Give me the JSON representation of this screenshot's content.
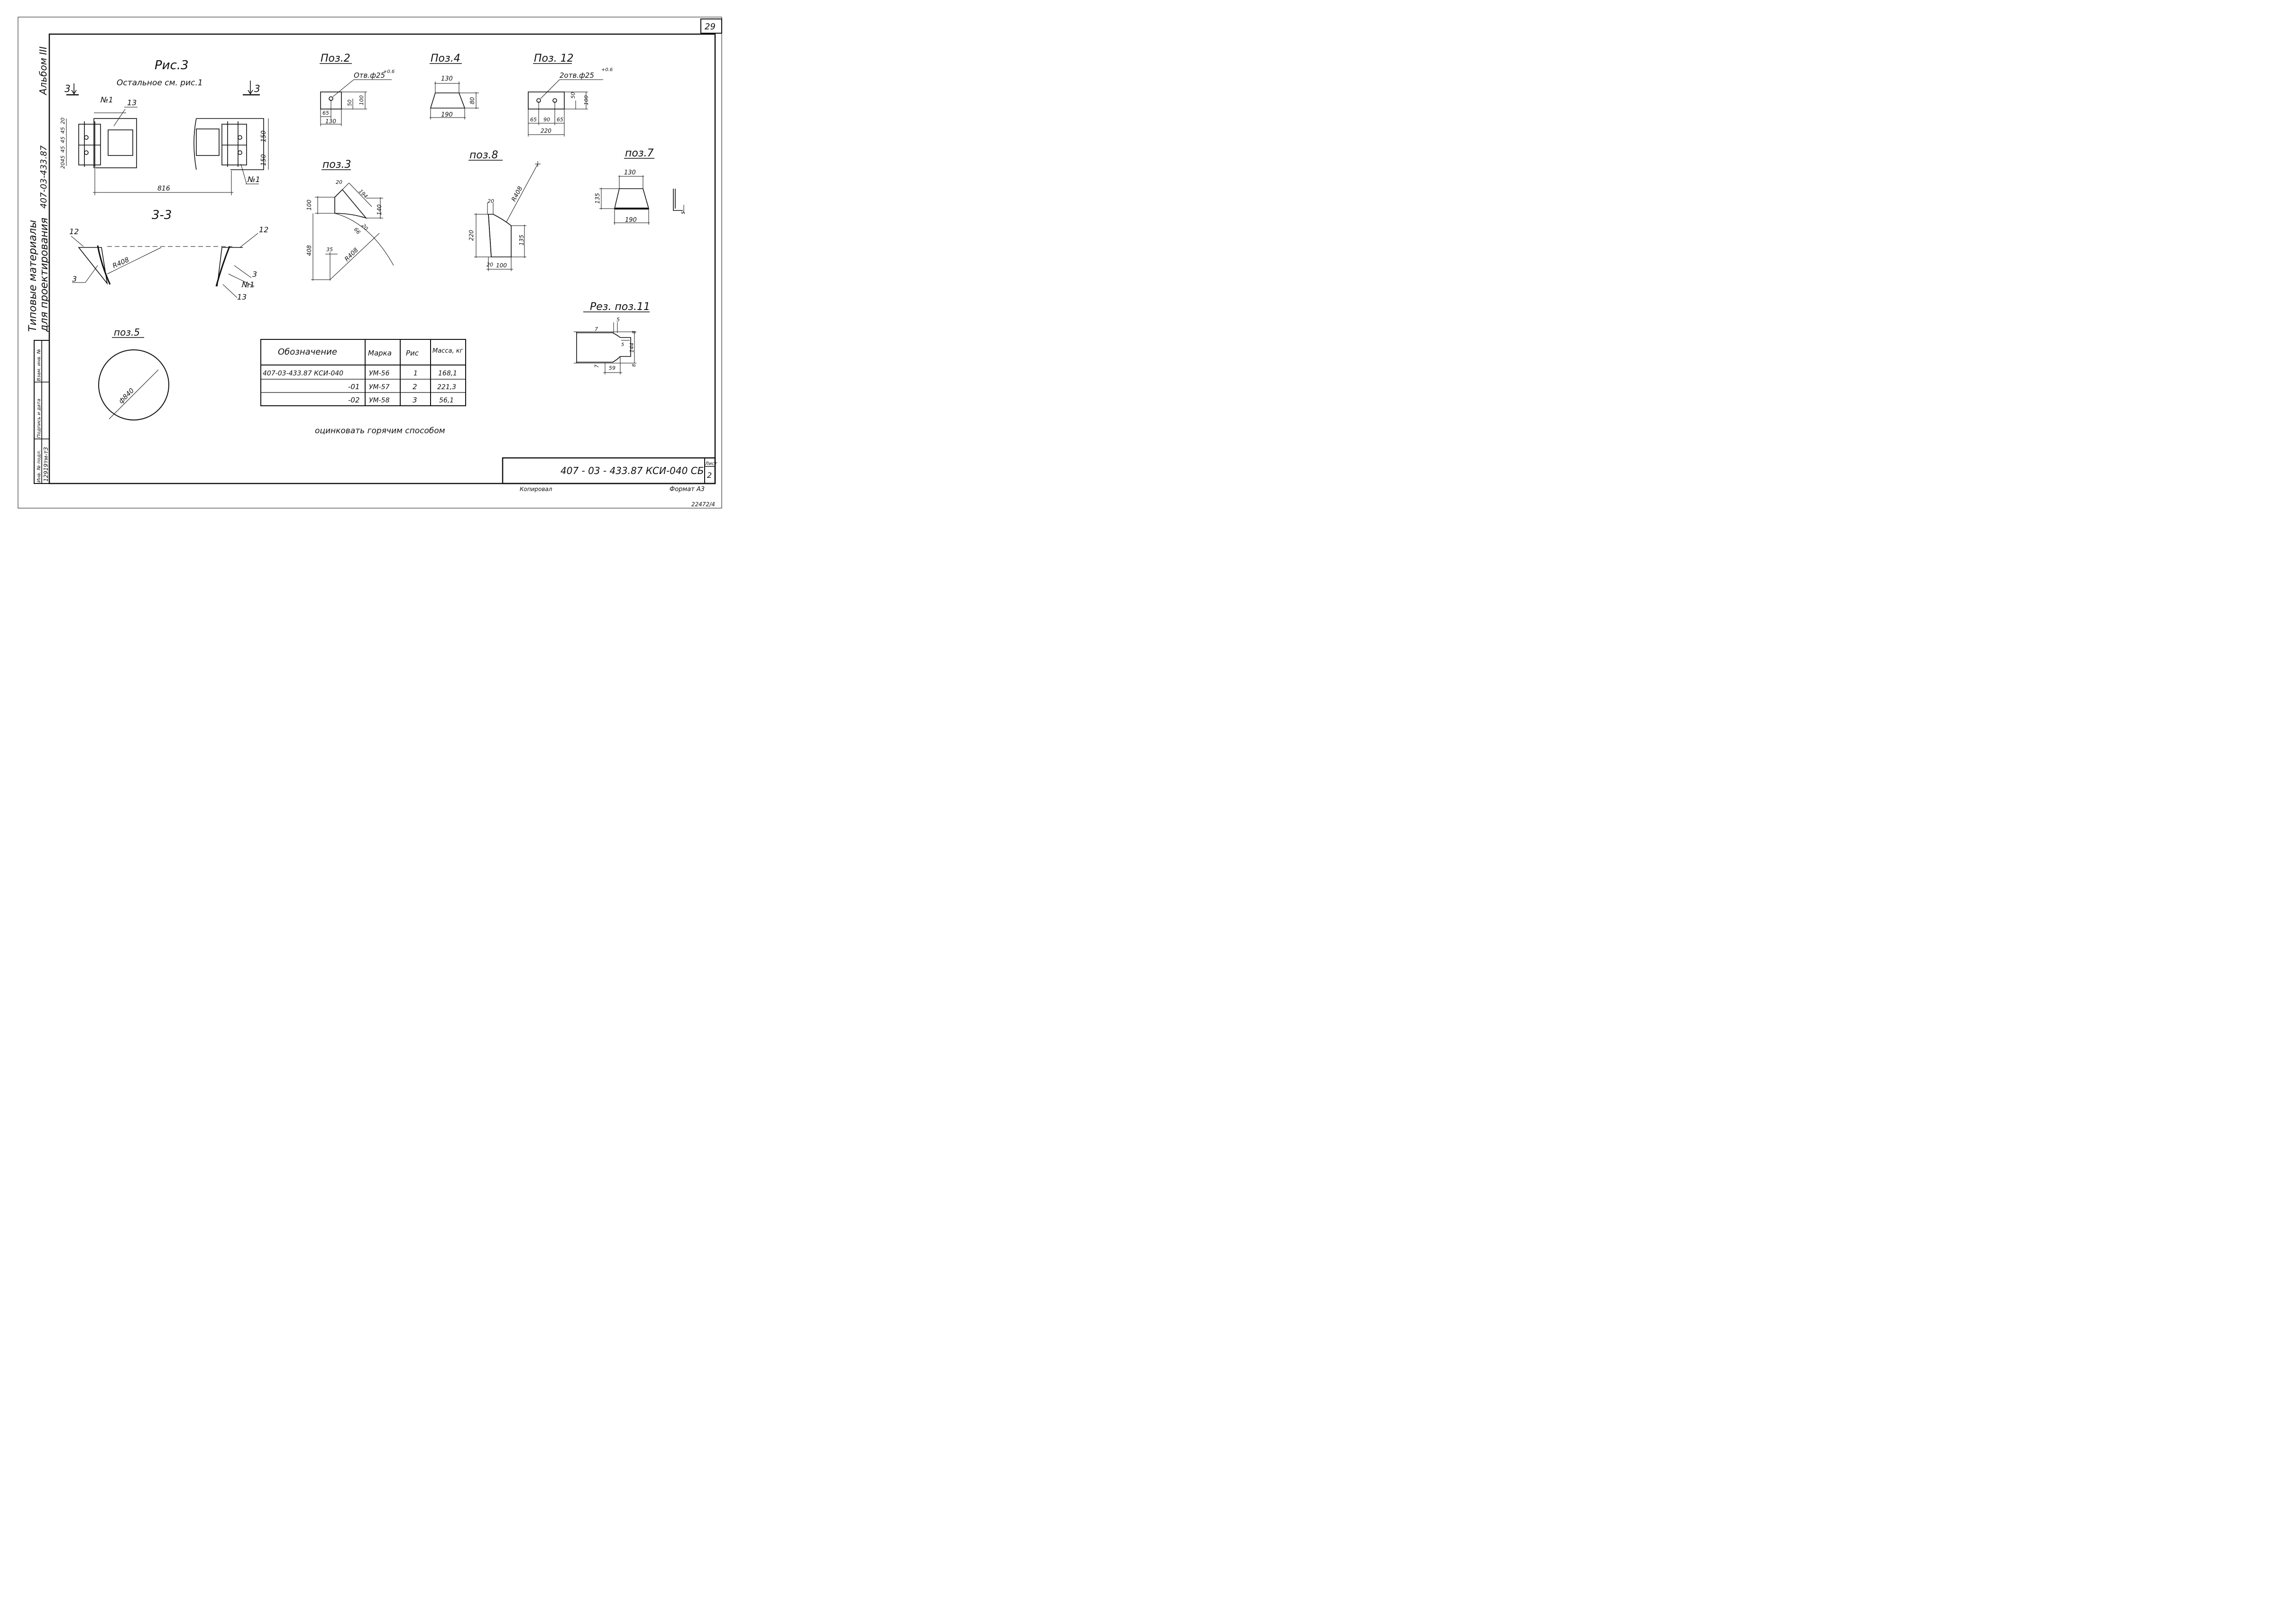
{
  "sheet": {
    "page_number": "29",
    "album": "Альбом III",
    "doc_code_vertical": "407-03-433.87",
    "title_vertical_1": "Типовые материалы",
    "title_vertical_2": "для проектирования",
    "stamp_labels": [
      "Инв. № подл.",
      "Подпись и дата",
      "Взам. инв. №"
    ],
    "stamp_inv_value": "12919тм-т3",
    "title_block_code": "407 - 03 - 433.87  КСИ-040 СБ",
    "sheet_label": "Лист",
    "sheet_number": "2",
    "copied_by": "Копировал",
    "format": "Формат А3",
    "footer_number": "22472/4"
  },
  "figure_ris3": {
    "title": "Рис.3",
    "subtitle": "Остальное см. рис.1",
    "section_marks": [
      "3",
      "3"
    ],
    "labels": {
      "n1": "№1",
      "p13": "13",
      "dim_816": "816",
      "dim_150": "150"
    },
    "left_dims": [
      "20",
      "45",
      "45",
      "45",
      "45",
      "20"
    ]
  },
  "section_33": {
    "title": "3-3",
    "labels": {
      "p12": "12",
      "p3": "3",
      "r408": "R408",
      "p13": "13",
      "n1": "№1"
    }
  },
  "pos2": {
    "title": "Поз.2",
    "hole": "Отв.ф25",
    "tol": "+0.6",
    "dims": {
      "w": "130",
      "h": "100",
      "hc": "50",
      "x": "65"
    }
  },
  "pos4": {
    "title": "Поз.4",
    "dims": {
      "top": "130",
      "bottom": "190",
      "h": "80"
    }
  },
  "pos12": {
    "title": "Поз. 12",
    "hole": "2отв.ф25",
    "tol": "+0.6",
    "dims": {
      "a": "65",
      "b": "90",
      "c": "65",
      "w": "220",
      "h": "100",
      "hc": "50"
    }
  },
  "pos3": {
    "title": "поз.3",
    "dims": {
      "d20": "20",
      "d194": "194",
      "d100": "100",
      "d140": "140",
      "d66": "66",
      "d20b": "20",
      "d408": "408",
      "d35": "35",
      "r": "R408"
    }
  },
  "pos8": {
    "title": "поз.8",
    "dims": {
      "r": "R408",
      "d20": "20",
      "d220": "220",
      "d135": "135",
      "d20b": "20",
      "d100": "100"
    }
  },
  "pos7": {
    "title": "поз.7",
    "dims": {
      "top": "130",
      "bottom": "190",
      "h": "135",
      "t": "5"
    }
  },
  "pos5": {
    "title": "поз.5",
    "dim": "ф840"
  },
  "rez11": {
    "title": "Рез. поз.11",
    "dims": {
      "a": "7",
      "b": "5",
      "c": "8",
      "d": "5",
      "e": "144",
      "f": "7",
      "g": "59",
      "h": "8"
    }
  },
  "table": {
    "headers": [
      "Обозначение",
      "Марка",
      "Рис",
      "Масса, кг"
    ],
    "rows": [
      [
        "407-03-433.87 КСИ-040",
        "УМ-56",
        "1",
        "168,1"
      ],
      [
        "-01",
        "УМ-57",
        "2",
        "221,3"
      ],
      [
        "-02",
        "УМ-58",
        "3",
        "56,1"
      ]
    ]
  },
  "note": "оцинковать горячим способом"
}
